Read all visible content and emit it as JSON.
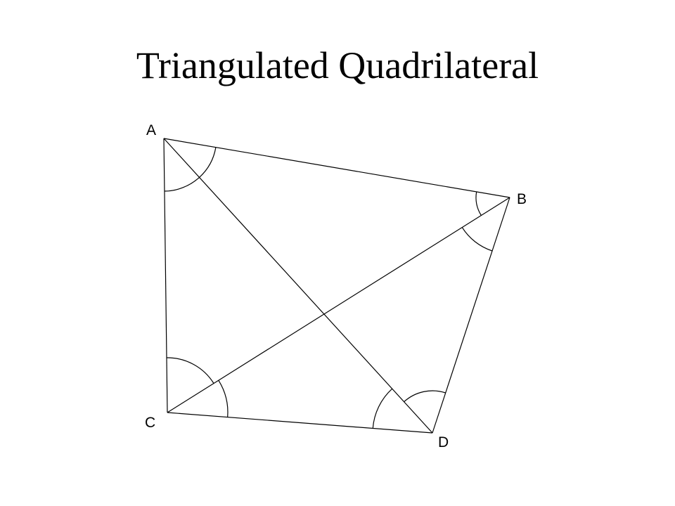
{
  "title": "Triangulated Quadrilateral",
  "vertices": [
    {
      "id": "A",
      "label": "A"
    },
    {
      "id": "B",
      "label": "B"
    },
    {
      "id": "C",
      "label": "C"
    },
    {
      "id": "D",
      "label": "D"
    }
  ],
  "edges": [
    {
      "from": "A",
      "to": "B"
    },
    {
      "from": "B",
      "to": "D"
    },
    {
      "from": "D",
      "to": "C"
    },
    {
      "from": "C",
      "to": "A"
    },
    {
      "from": "A",
      "to": "D"
    },
    {
      "from": "C",
      "to": "B"
    }
  ],
  "angle_marks": [
    {
      "vertex": "A",
      "between": [
        "B",
        "D"
      ]
    },
    {
      "vertex": "A",
      "between": [
        "D",
        "C"
      ]
    },
    {
      "vertex": "B",
      "between": [
        "A",
        "C"
      ]
    },
    {
      "vertex": "B",
      "between": [
        "C",
        "D"
      ]
    },
    {
      "vertex": "C",
      "between": [
        "A",
        "B"
      ]
    },
    {
      "vertex": "C",
      "between": [
        "B",
        "D"
      ]
    },
    {
      "vertex": "D",
      "between": [
        "C",
        "A"
      ]
    },
    {
      "vertex": "D",
      "between": [
        "A",
        "B"
      ]
    }
  ],
  "colors": {
    "line": "#000000",
    "background": "#ffffff"
  }
}
